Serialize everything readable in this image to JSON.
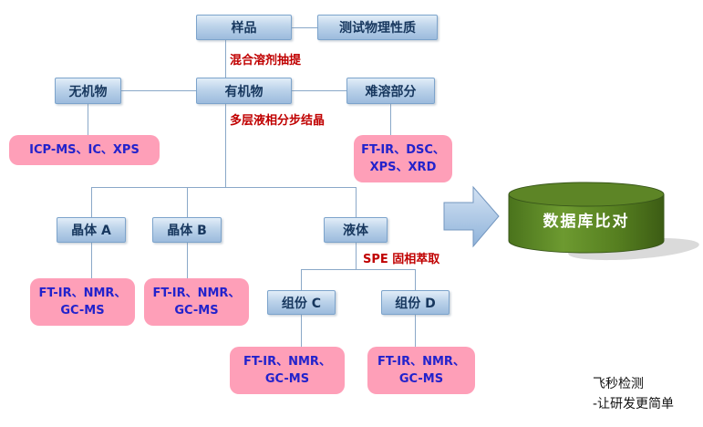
{
  "nodes": {
    "sample": "样品",
    "physical_test": "测试物理性质",
    "inorganic": "无机物",
    "organic": "有机物",
    "insoluble": "难溶部分",
    "crystal_a": "晶体 A",
    "crystal_b": "晶体 B",
    "liquid": "液体",
    "component_c": "组份 C",
    "component_d": "组份 D"
  },
  "analysis": {
    "inorganic": [
      "ICP-MS、IC、XPS"
    ],
    "insoluble": [
      "FT-IR、DSC、",
      "XPS、XRD"
    ],
    "crystal_a": [
      "FT-IR、NMR、",
      "GC-MS"
    ],
    "crystal_b": [
      "FT-IR、NMR、",
      "GC-MS"
    ],
    "component_c": [
      "FT-IR、NMR、",
      "GC-MS"
    ],
    "component_d": [
      "FT-IR、NMR、",
      "GC-MS"
    ]
  },
  "edge_labels": {
    "solvent_extraction": "混合溶剂抽提",
    "fractional_crystallization": "多层液相分步结晶",
    "spe_extraction": "SPE 固相萃取"
  },
  "database": "数据库比对",
  "watermark": [
    "飞秒检测",
    "-让研发更简单"
  ],
  "colors": {
    "node_fill_top": "#e2edf8",
    "node_fill_bottom": "#9cbbdd",
    "node_border": "#7ca3cb",
    "node_text": "#17375e",
    "analysis_fill": "#fe9fb8",
    "analysis_text": "#2222cc",
    "edge_label": "#c00000",
    "connector": "#8aa8c8",
    "arrow_fill": "#aecbe8",
    "cylinder_green": "#567f20",
    "database_text": "#ffffff",
    "watermark_text": "#111111"
  }
}
